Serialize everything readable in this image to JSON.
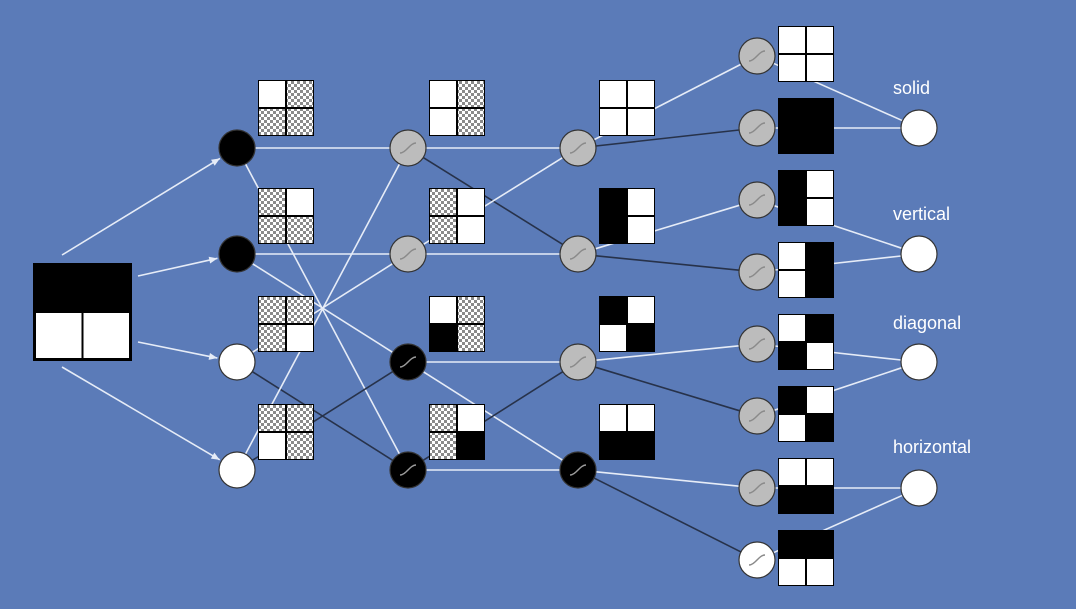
{
  "colors": {
    "background": "#5b7bb8",
    "edge_light": "#e6ecf7",
    "edge_dark": "#27324a",
    "node_black": "#000000",
    "node_white": "#ffffff",
    "node_gray": "#bcbcbc",
    "checker": "#8a8a8a"
  },
  "icons": {
    "activation": "sigmoid-curve-icon",
    "pattern": "2x2-pixel-grid-icon"
  },
  "output_labels": {
    "solid": "solid",
    "vertical": "vertical",
    "diagonal": "diagonal",
    "horizontal": "horizontal"
  },
  "input_image": [
    "black",
    "black",
    "white",
    "white"
  ],
  "layers": [
    {
      "activation": false,
      "nodes": [
        {
          "fill": "black",
          "pattern": [
            "W",
            "C",
            "C",
            "C"
          ]
        },
        {
          "fill": "black",
          "pattern": [
            "C",
            "W",
            "C",
            "C"
          ]
        },
        {
          "fill": "white",
          "pattern": [
            "C",
            "C",
            "C",
            "W"
          ]
        },
        {
          "fill": "white",
          "pattern": [
            "C",
            "C",
            "W",
            "C"
          ]
        }
      ]
    },
    {
      "activation": true,
      "nodes": [
        {
          "fill": "gray",
          "pattern": [
            "W",
            "C",
            "W",
            "C"
          ]
        },
        {
          "fill": "gray",
          "pattern": [
            "C",
            "W",
            "C",
            "W"
          ]
        },
        {
          "fill": "black",
          "pattern": [
            "W",
            "C",
            "B",
            "C"
          ]
        },
        {
          "fill": "black",
          "pattern": [
            "C",
            "W",
            "C",
            "B"
          ]
        }
      ]
    },
    {
      "activation": true,
      "nodes": [
        {
          "fill": "gray",
          "pattern": [
            "W",
            "W",
            "W",
            "W"
          ]
        },
        {
          "fill": "gray",
          "pattern": [
            "B",
            "W",
            "B",
            "W"
          ]
        },
        {
          "fill": "gray",
          "pattern": [
            "B",
            "W",
            "W",
            "B"
          ]
        },
        {
          "fill": "black",
          "pattern": [
            "W",
            "W",
            "B",
            "B"
          ]
        }
      ]
    },
    {
      "activation": true,
      "nodes": [
        {
          "fill": "gray",
          "pattern": [
            "W",
            "W",
            "W",
            "W"
          ]
        },
        {
          "fill": "gray",
          "pattern": [
            "B",
            "B",
            "B",
            "B"
          ]
        },
        {
          "fill": "gray",
          "pattern": [
            "B",
            "W",
            "B",
            "W"
          ]
        },
        {
          "fill": "gray",
          "pattern": [
            "W",
            "B",
            "W",
            "B"
          ]
        },
        {
          "fill": "gray",
          "pattern": [
            "W",
            "B",
            "B",
            "W"
          ]
        },
        {
          "fill": "gray",
          "pattern": [
            "B",
            "W",
            "W",
            "B"
          ]
        },
        {
          "fill": "gray",
          "pattern": [
            "W",
            "W",
            "B",
            "B"
          ]
        },
        {
          "fill": "white",
          "pattern": [
            "B",
            "B",
            "W",
            "W"
          ]
        }
      ]
    },
    {
      "activation": false,
      "nodes": [
        {
          "fill": "white",
          "label_key": "solid"
        },
        {
          "fill": "white",
          "label_key": "vertical"
        },
        {
          "fill": "white",
          "label_key": "diagonal"
        },
        {
          "fill": "white",
          "label_key": "horizontal"
        }
      ]
    }
  ],
  "edges": [
    {
      "from": "input",
      "to": [
        0,
        0
      ],
      "tone": "light"
    },
    {
      "from": "input",
      "to": [
        0,
        1
      ],
      "tone": "light"
    },
    {
      "from": "input",
      "to": [
        0,
        2
      ],
      "tone": "light"
    },
    {
      "from": "input",
      "to": [
        0,
        3
      ],
      "tone": "light"
    },
    {
      "from": [
        0,
        0
      ],
      "to": [
        1,
        0
      ],
      "tone": "light"
    },
    {
      "from": [
        0,
        0
      ],
      "to": [
        1,
        3
      ],
      "tone": "light"
    },
    {
      "from": [
        0,
        1
      ],
      "to": [
        1,
        1
      ],
      "tone": "light"
    },
    {
      "from": [
        0,
        1
      ],
      "to": [
        1,
        2
      ],
      "tone": "light"
    },
    {
      "from": [
        0,
        2
      ],
      "to": [
        1,
        1
      ],
      "tone": "light"
    },
    {
      "from": [
        0,
        2
      ],
      "to": [
        1,
        3
      ],
      "tone": "dark"
    },
    {
      "from": [
        0,
        3
      ],
      "to": [
        1,
        0
      ],
      "tone": "light"
    },
    {
      "from": [
        0,
        3
      ],
      "to": [
        1,
        2
      ],
      "tone": "dark"
    },
    {
      "from": [
        1,
        0
      ],
      "to": [
        2,
        0
      ],
      "tone": "light"
    },
    {
      "from": [
        1,
        0
      ],
      "to": [
        2,
        1
      ],
      "tone": "dark"
    },
    {
      "from": [
        1,
        1
      ],
      "to": [
        2,
        0
      ],
      "tone": "light"
    },
    {
      "from": [
        1,
        1
      ],
      "to": [
        2,
        1
      ],
      "tone": "light"
    },
    {
      "from": [
        1,
        2
      ],
      "to": [
        2,
        2
      ],
      "tone": "light"
    },
    {
      "from": [
        1,
        2
      ],
      "to": [
        2,
        3
      ],
      "tone": "light"
    },
    {
      "from": [
        1,
        3
      ],
      "to": [
        2,
        2
      ],
      "tone": "dark"
    },
    {
      "from": [
        1,
        3
      ],
      "to": [
        2,
        3
      ],
      "tone": "light"
    },
    {
      "from": [
        2,
        0
      ],
      "to": [
        3,
        0
      ],
      "tone": "light"
    },
    {
      "from": [
        2,
        0
      ],
      "to": [
        3,
        1
      ],
      "tone": "dark"
    },
    {
      "from": [
        2,
        1
      ],
      "to": [
        3,
        2
      ],
      "tone": "light"
    },
    {
      "from": [
        2,
        1
      ],
      "to": [
        3,
        3
      ],
      "tone": "dark"
    },
    {
      "from": [
        2,
        2
      ],
      "to": [
        3,
        4
      ],
      "tone": "light"
    },
    {
      "from": [
        2,
        2
      ],
      "to": [
        3,
        5
      ],
      "tone": "dark"
    },
    {
      "from": [
        2,
        3
      ],
      "to": [
        3,
        6
      ],
      "tone": "light"
    },
    {
      "from": [
        2,
        3
      ],
      "to": [
        3,
        7
      ],
      "tone": "dark"
    },
    {
      "from": [
        3,
        0
      ],
      "to": [
        4,
        0
      ],
      "tone": "light"
    },
    {
      "from": [
        3,
        1
      ],
      "to": [
        4,
        0
      ],
      "tone": "light"
    },
    {
      "from": [
        3,
        2
      ],
      "to": [
        4,
        1
      ],
      "tone": "light"
    },
    {
      "from": [
        3,
        3
      ],
      "to": [
        4,
        1
      ],
      "tone": "light"
    },
    {
      "from": [
        3,
        4
      ],
      "to": [
        4,
        2
      ],
      "tone": "light"
    },
    {
      "from": [
        3,
        5
      ],
      "to": [
        4,
        2
      ],
      "tone": "light"
    },
    {
      "from": [
        3,
        6
      ],
      "to": [
        4,
        3
      ],
      "tone": "light"
    },
    {
      "from": [
        3,
        7
      ],
      "to": [
        4,
        3
      ],
      "tone": "light"
    }
  ]
}
